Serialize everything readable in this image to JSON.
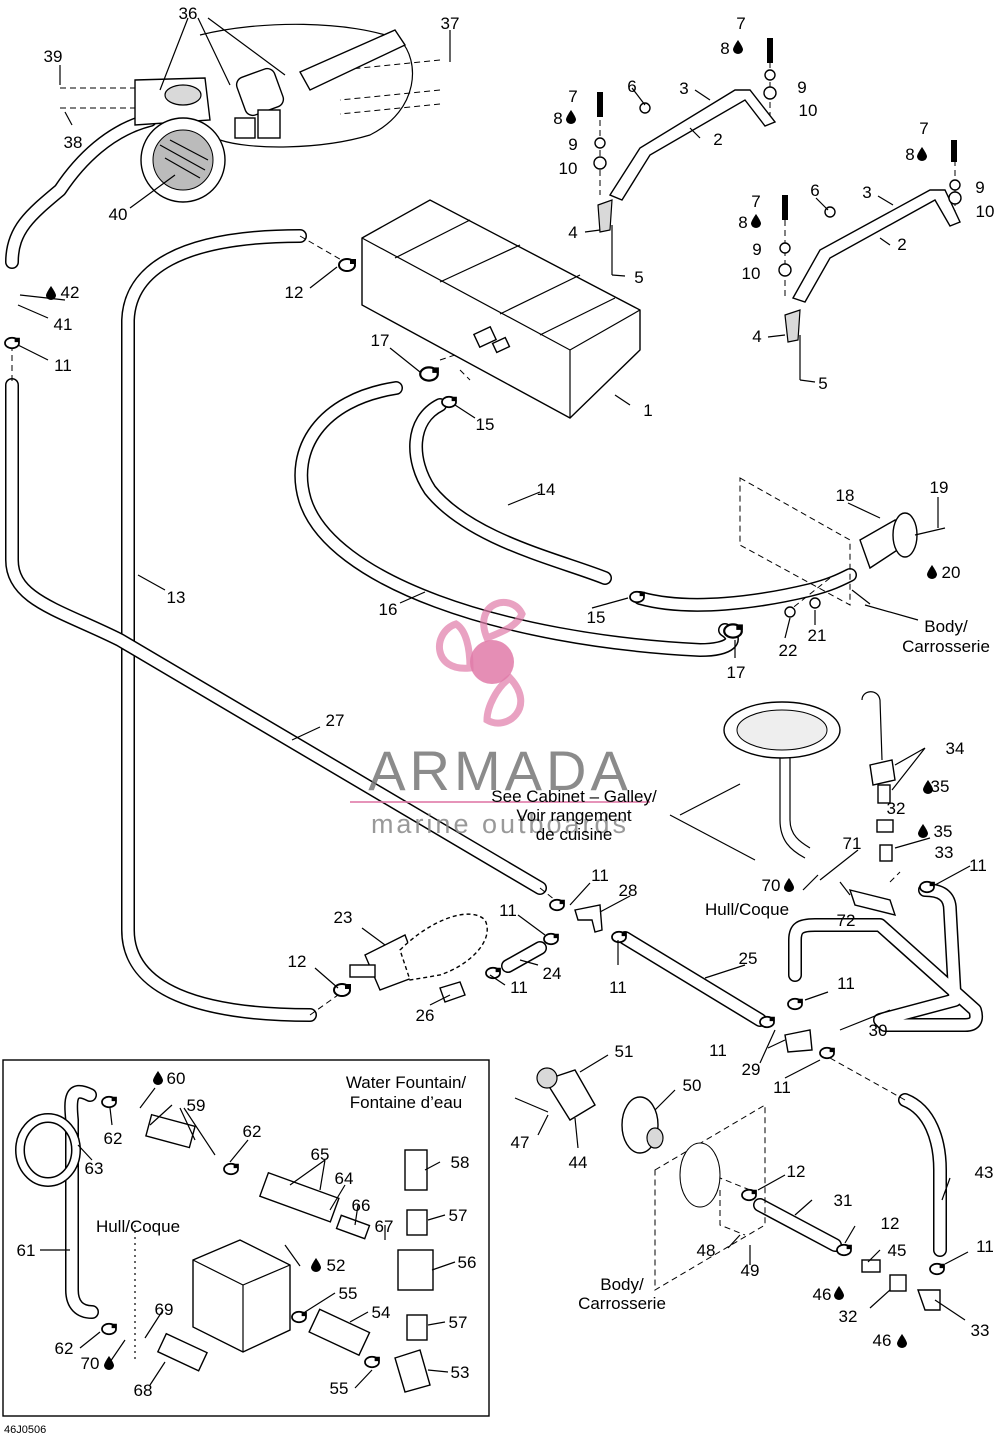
{
  "drawing_code": "46J0506",
  "watermark": {
    "brand": "ARMADA",
    "tagline": "marine outboards",
    "accent_color": "#e07aa8",
    "icon": "propeller-icon"
  },
  "labels": {
    "p1": "1",
    "p2a": "2",
    "p2b": "2",
    "p3a": "3",
    "p3b": "3",
    "p4a": "4",
    "p4b": "4",
    "p5a": "5",
    "p5b": "5",
    "p6a": "6",
    "p6b": "6",
    "p7a": "7",
    "p7b": "7",
    "p7c": "7",
    "p7d": "7",
    "p8a": "8",
    "p8b": "8",
    "p8c": "8",
    "p8d": "8",
    "p9a": "9",
    "p9b": "9",
    "p9c": "9",
    "p9d": "9",
    "p10a": "10",
    "p10b": "10",
    "p10c": "10",
    "p10d": "10",
    "p11a": "11",
    "p11b": "11",
    "p11c": "11",
    "p11d": "11",
    "p11e": "11",
    "p11f": "11",
    "p11g": "11",
    "p11h": "11",
    "p11i": "11",
    "p11j": "11",
    "p12a": "12",
    "p12b": "12",
    "p12c": "12",
    "p12d": "12",
    "p13": "13",
    "p14": "14",
    "p15a": "15",
    "p15b": "15",
    "p16": "16",
    "p17a": "17",
    "p17b": "17",
    "p18": "18",
    "p19": "19",
    "p20": "20",
    "p21": "21",
    "p22": "22",
    "p23": "23",
    "p24": "24",
    "p25": "25",
    "p26": "26",
    "p27": "27",
    "p28": "28",
    "p29": "29",
    "p30": "30",
    "p31": "31",
    "p32a": "32",
    "p32b": "32",
    "p33a": "33",
    "p33b": "33",
    "p34": "34",
    "p35a": "35",
    "p35b": "35",
    "p36": "36",
    "p37": "37",
    "p38": "38",
    "p39": "39",
    "p40": "40",
    "p41": "41",
    "p42": "42",
    "p43": "43",
    "p44": "44",
    "p45": "45",
    "p46a": "46",
    "p46b": "46",
    "p47": "47",
    "p48": "48",
    "p49": "49",
    "p50": "50",
    "p51": "51",
    "p52": "52",
    "p53": "53",
    "p54": "54",
    "p55a": "55",
    "p55b": "55",
    "p56": "56",
    "p57a": "57",
    "p57b": "57",
    "p58": "58",
    "p59": "59",
    "p60": "60",
    "p61": "61",
    "p62a": "62",
    "p62b": "62",
    "p62c": "62",
    "p63": "63",
    "p64": "64",
    "p65": "65",
    "p66": "66",
    "p67": "67",
    "p68": "68",
    "p69": "69",
    "p70a": "70",
    "p70b": "70",
    "p71": "71",
    "p72": "72"
  },
  "notes": {
    "body_top_line1": "Body/",
    "body_top_line2": "Carrosserie",
    "body_bottom_line1": "Body/",
    "body_bottom_line2": "Carrosserie",
    "hull_right": "Hull/Coque",
    "hull_inset": "Hull/Coque",
    "galley_line1": "See Cabinet – Galley/",
    "galley_line2": "Voir rangement",
    "galley_line3": "de cuisine",
    "inset_title_line1": "Water Fountain/",
    "inset_title_line2": "Fontaine d’eau"
  },
  "legend": {
    "sealant_icon": "drop-icon"
  }
}
